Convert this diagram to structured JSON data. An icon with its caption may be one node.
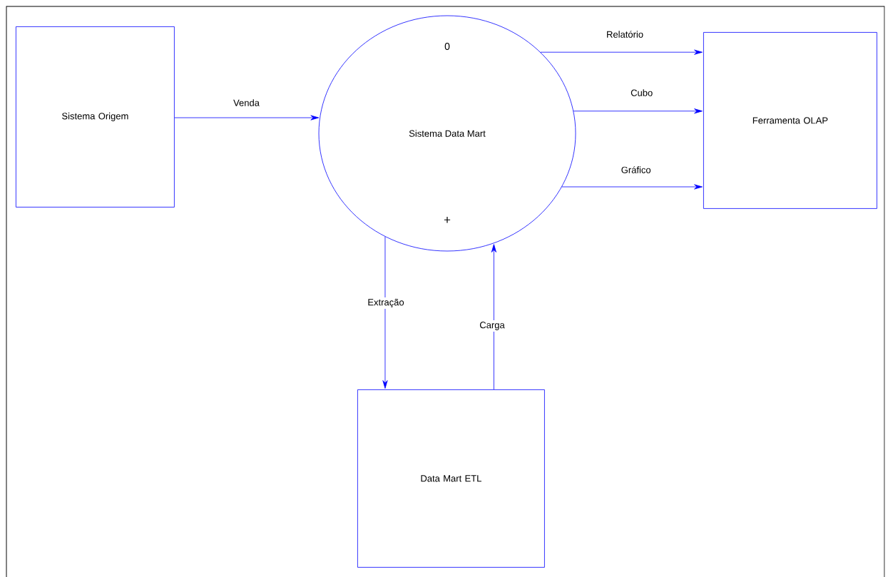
{
  "diagram": {
    "nodes": [
      {
        "text": [
          "Sistema Origem"
        ]
      },
      {
        "text": [
          "0",
          "Sistema Data Mart",
          "+"
        ]
      },
      {
        "text": [
          "Ferramenta OLAP"
        ]
      },
      {
        "text": [
          "Data Mart ETL"
        ]
      }
    ],
    "edges": [
      {
        "from": 0,
        "to": 1,
        "arrow": "to",
        "label": "Venda"
      },
      {
        "from": 1,
        "to": 2,
        "arrow": "to",
        "label": "Relatório"
      },
      {
        "from": 1,
        "to": 2,
        "arrow": "to",
        "label": "Cubo"
      },
      {
        "from": 1,
        "to": 2,
        "arrow": "to",
        "label": "Gráfico"
      },
      {
        "from": 1,
        "to": 3,
        "arrow": "to",
        "label": "Extração"
      },
      {
        "from": 3,
        "to": 1,
        "arrow": "to",
        "label": "Carga"
      }
    ]
  }
}
